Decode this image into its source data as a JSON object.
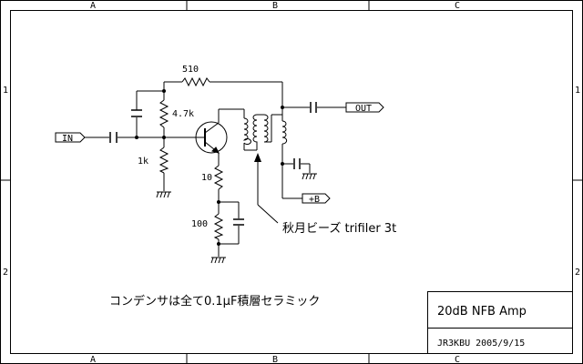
{
  "frame": {
    "columns": [
      "A",
      "B",
      "C"
    ],
    "rows": [
      "1",
      "2"
    ]
  },
  "labels": {
    "r_feedback": "510",
    "r_bias_top": "4.7k",
    "r_bias_bottom": "1k",
    "r_emitter": "10",
    "r_emitter2": "100"
  },
  "ports": {
    "input": "IN",
    "output": "OUT",
    "supply": "+B"
  },
  "notes": {
    "beads": "秋月ビーズ trifiler 3t",
    "capacitors": "コンデンサは全て0.1μF積層セラミック"
  },
  "title_block": {
    "title": "20dB NFB Amp",
    "info": "JR3KBU  2005/9/15"
  },
  "colors": {
    "line": "#000000",
    "background": "#ffffff"
  }
}
